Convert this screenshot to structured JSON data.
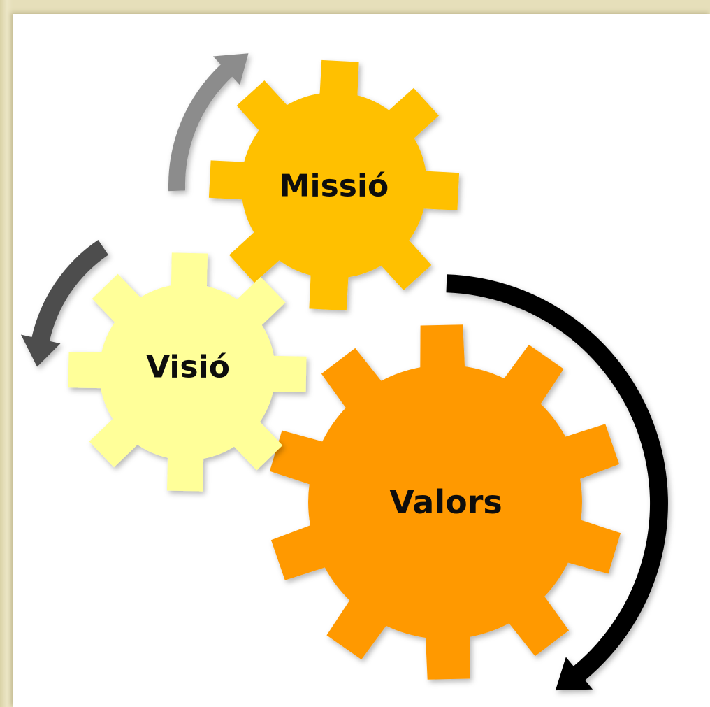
{
  "diagram": {
    "gears": [
      {
        "id": "missio",
        "label": "Missió",
        "color": "#ffc000"
      },
      {
        "id": "visio",
        "label": "Visió",
        "color": "#ffff99"
      },
      {
        "id": "valors",
        "label": "Valors",
        "color": "#ff9900"
      }
    ],
    "arrows": [
      {
        "id": "arrow-up",
        "color": "#8c8c8c"
      },
      {
        "id": "arrow-left",
        "color": "#4d4d4d"
      },
      {
        "id": "arrow-right",
        "color": "#000000"
      }
    ]
  }
}
